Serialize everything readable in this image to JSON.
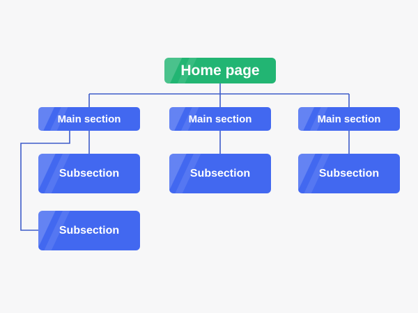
{
  "diagram": {
    "root": {
      "label": "Home page",
      "color": "#22b573"
    },
    "sections": [
      {
        "label": "Main section",
        "subsections": [
          "Subsection",
          "Subsection"
        ]
      },
      {
        "label": "Main section",
        "subsections": [
          "Subsection"
        ]
      },
      {
        "label": "Main section",
        "subsections": [
          "Subsection"
        ]
      }
    ],
    "node_color": "#4268f0",
    "connector_color": "#3d5bc9"
  }
}
